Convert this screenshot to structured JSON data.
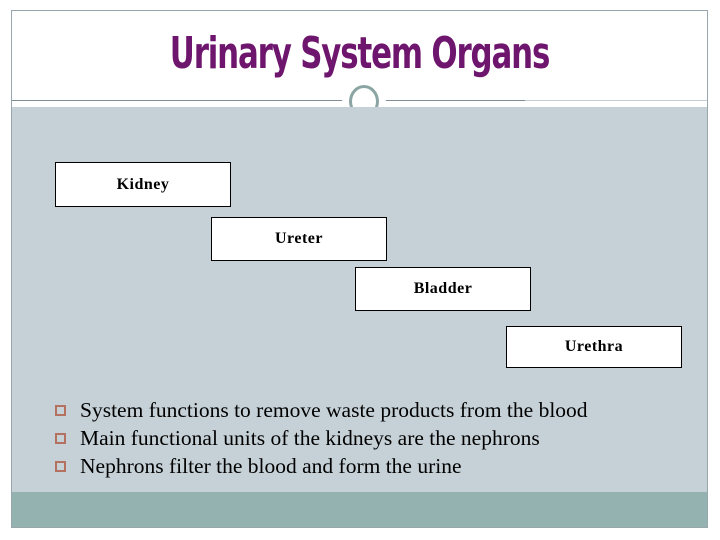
{
  "slide": {
    "title": "Urinary System Organs",
    "theme": {
      "title_color": "#6e156e",
      "body_background": "#c6d1d7",
      "header_background": "#ffffff",
      "footer_band_color": "#93b2b0",
      "divider_color": "#7f8f96",
      "ring_color": "#8ba5a2",
      "box_background": "#ffffff",
      "box_border_color": "#000000",
      "bullet_marker_color": "#b5715f",
      "text_color": "#000000"
    },
    "decorations": {
      "ring_icon": "circle-outline-icon",
      "divider_name": "header-divider"
    },
    "organ_boxes": [
      {
        "label": "Kidney"
      },
      {
        "label": "Ureter"
      },
      {
        "label": "Bladder"
      },
      {
        "label": "Urethra"
      }
    ],
    "bullets": [
      {
        "marker": "square-outline-bullet",
        "text": "System functions to remove waste products from the blood"
      },
      {
        "marker": "square-outline-bullet",
        "text": "Main functional units of the kidneys are the nephrons"
      },
      {
        "marker": "square-outline-bullet",
        "text": "Nephrons filter the blood and form the urine"
      }
    ]
  }
}
